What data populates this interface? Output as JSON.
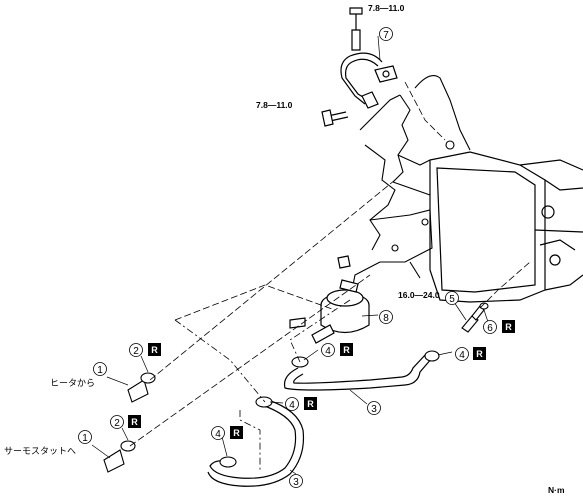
{
  "torques": {
    "t_top": "7.8—11.0",
    "t_left": "7.8—11.0",
    "t_right": "16.0—24.0"
  },
  "callouts": {
    "c1a": "1",
    "c1b": "1",
    "c2a": "2",
    "c2b": "2",
    "c3a": "3",
    "c3b": "3",
    "c4a": "4",
    "c4b": "4",
    "c4c": "4",
    "c4d": "4",
    "c5": "5",
    "c6": "6",
    "c7": "7",
    "c8": "8"
  },
  "replace_mark": "R",
  "labels": {
    "from_heater": "ヒータから",
    "to_thermostat": "サーモスタットへ"
  },
  "unit": "N·m",
  "icons": {
    "replace": "replace-part-badge-icon",
    "callout": "circled-number-icon"
  }
}
